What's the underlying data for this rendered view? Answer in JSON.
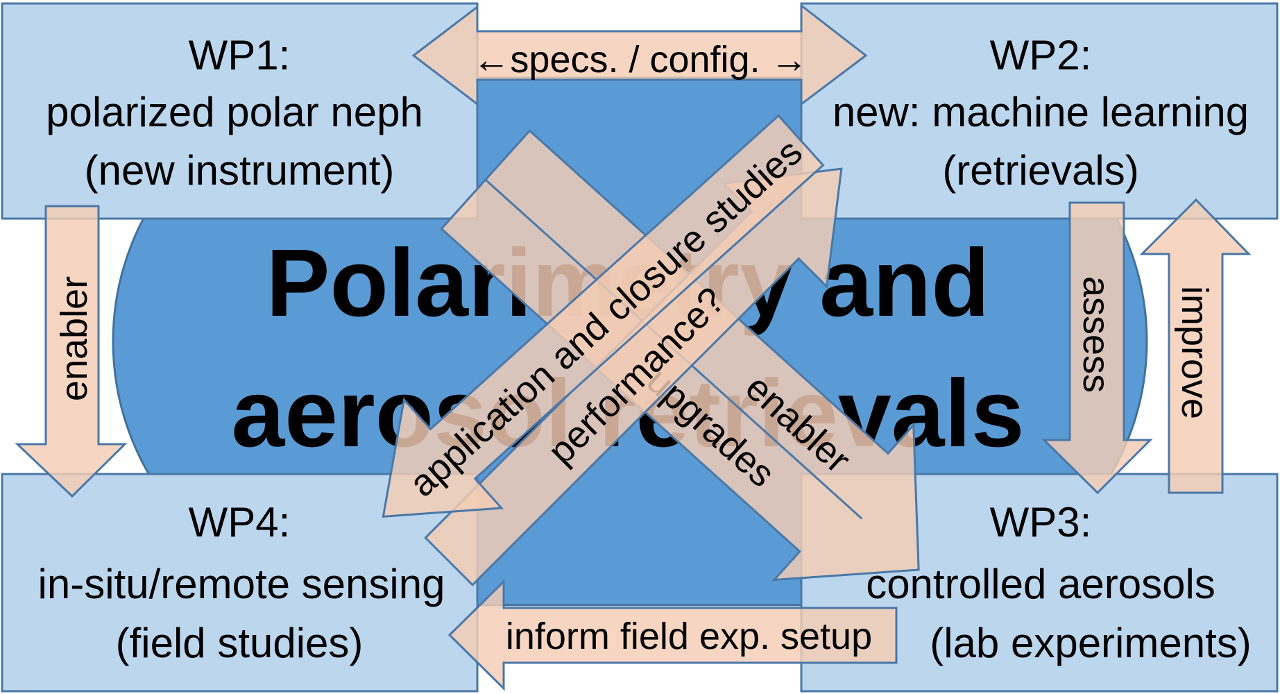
{
  "center": {
    "line1": "Polarimetry and",
    "line2": "aerosol retrievals"
  },
  "boxes": {
    "wp1": {
      "title": "WP1:",
      "line1": "polarized polar neph",
      "line2": "(new instrument)"
    },
    "wp2": {
      "title": "WP2:",
      "line1": "new: machine learning",
      "line2": "(retrievals)"
    },
    "wp3": {
      "title": "WP3:",
      "line1": "controlled aerosols",
      "line2": "(lab experiments)"
    },
    "wp4": {
      "title": "WP4:",
      "line1": "in-situ/remote sensing",
      "line2": "(field studies)"
    }
  },
  "arrows": {
    "top": "←specs. / config. →",
    "left": "enabler",
    "assess": "assess",
    "improve": "improve",
    "bottom": "inform field exp. setup",
    "application": "application and closure studies",
    "performance": "performance?",
    "upgrades": "upgrades",
    "enabler_diag": "enabler"
  },
  "colors": {
    "box_fill": "#bcd6ee",
    "center_fill": "#5b9bd5",
    "arrow_fill": "#f4cdb4",
    "outline": "#4a78a8"
  }
}
